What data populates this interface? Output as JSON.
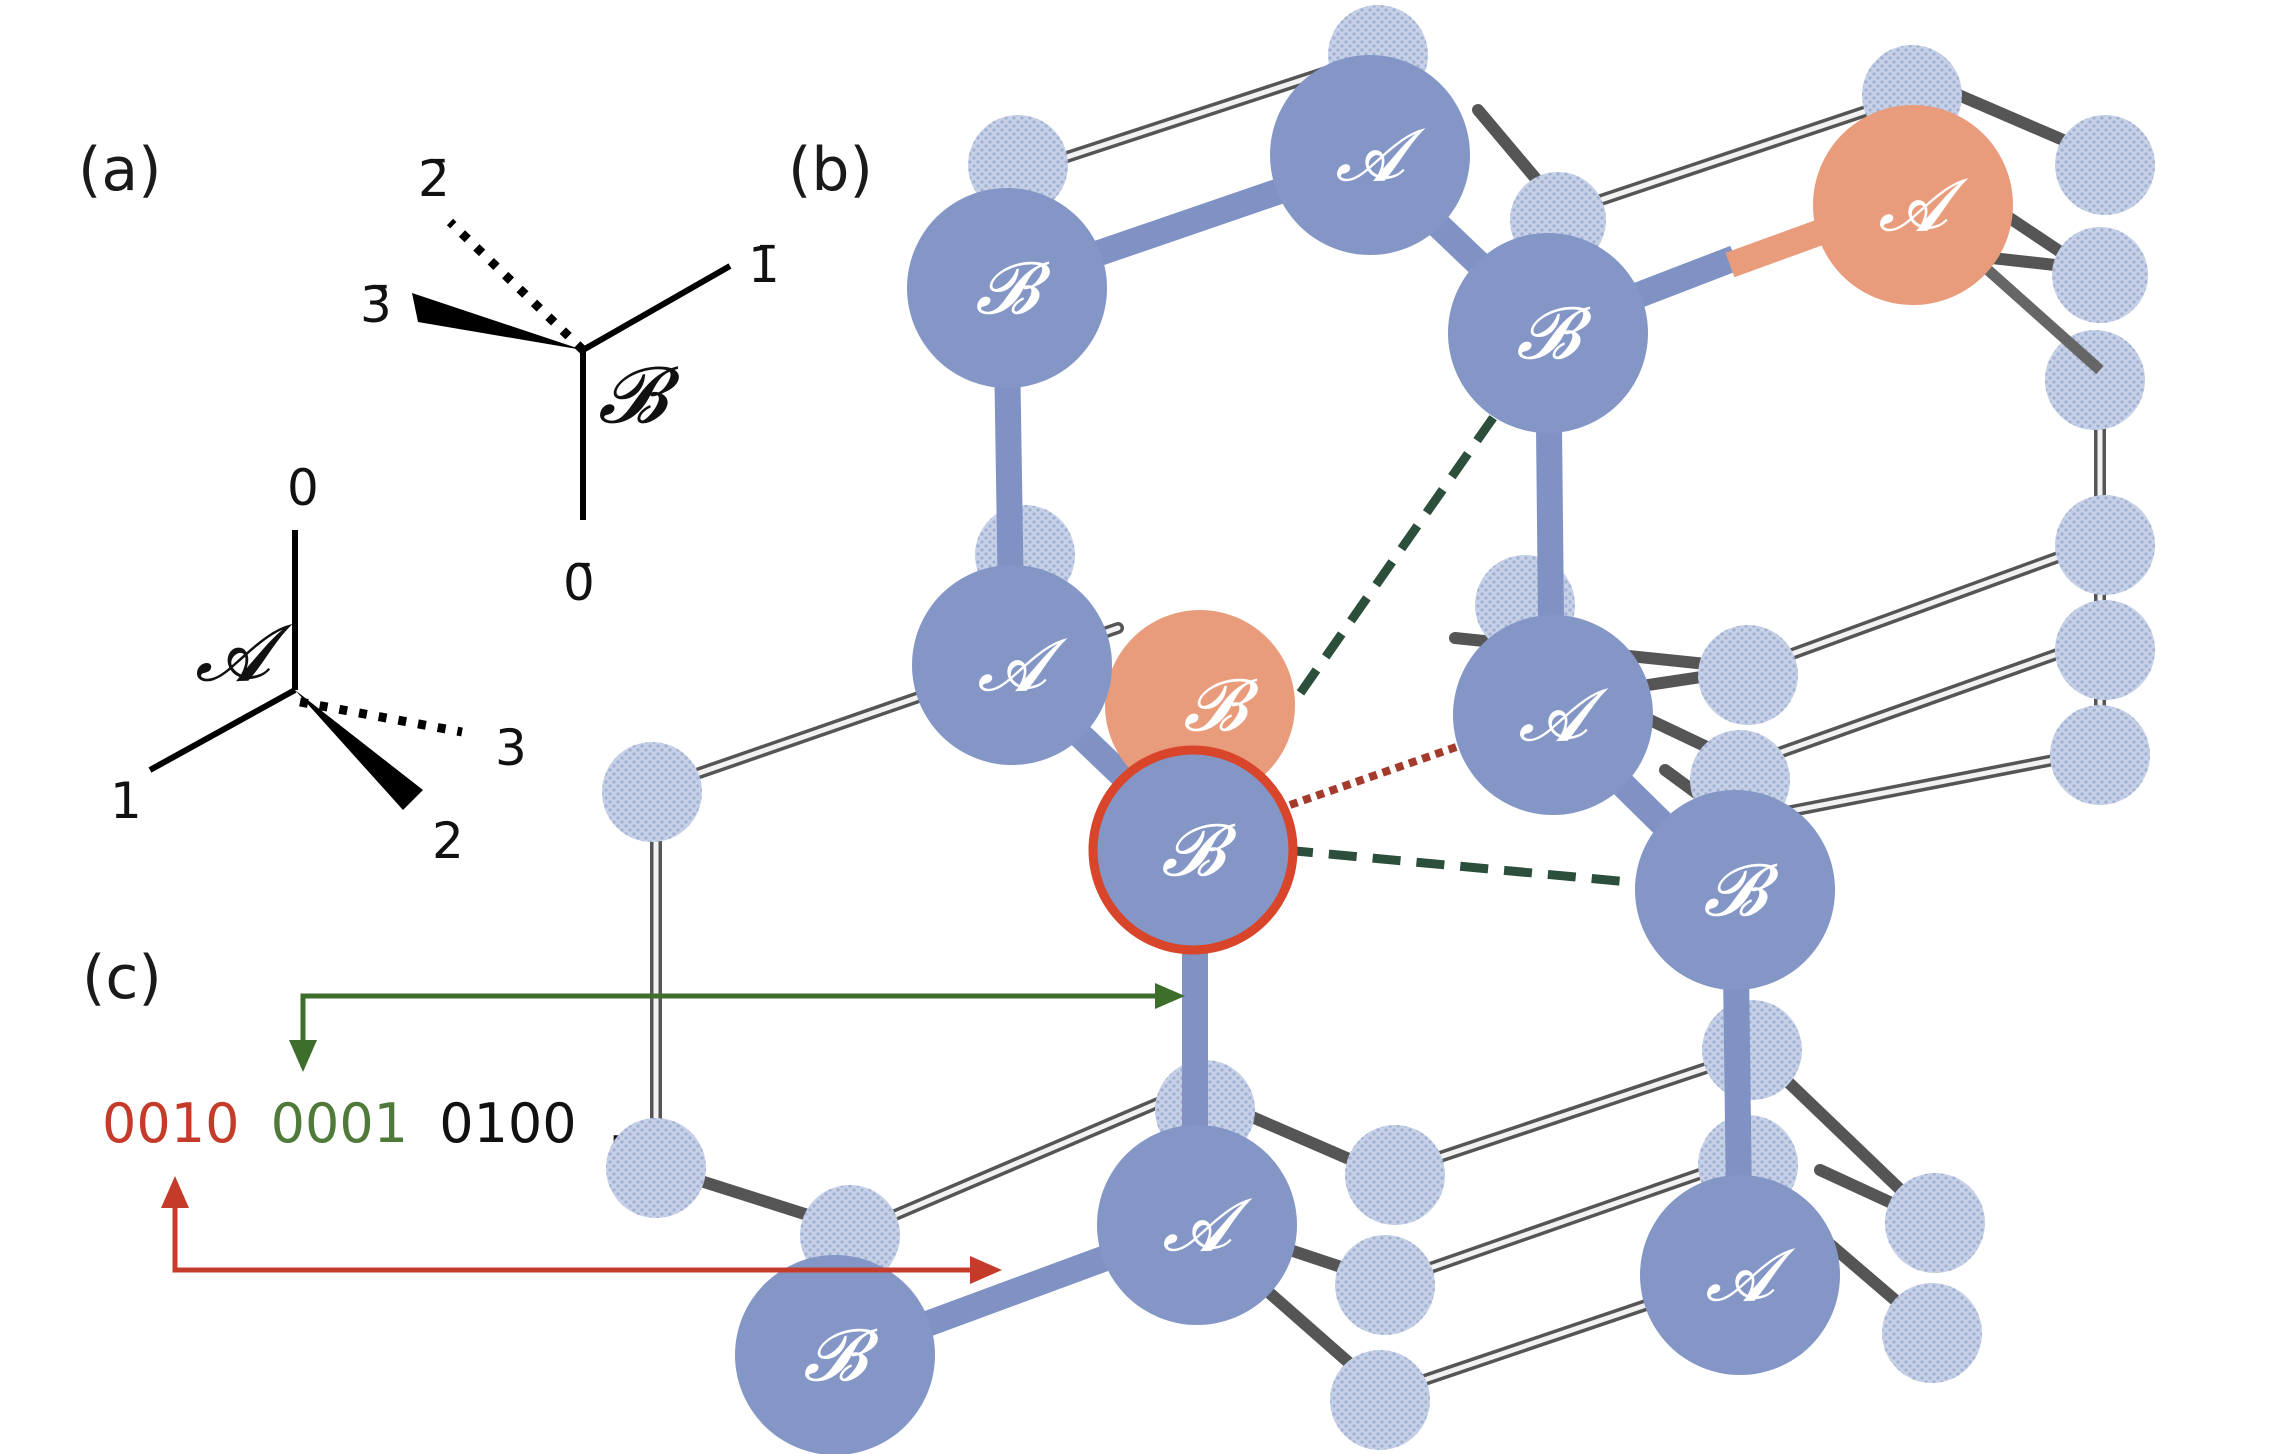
{
  "panels": {
    "a": "(a)",
    "b": "(b)",
    "c": "(c)"
  },
  "tetra_B": {
    "label": "𝓑",
    "legs": {
      "top_left": "2̄",
      "left": "3̄",
      "right": "1̄",
      "bottom": "0̄"
    }
  },
  "tetra_A": {
    "label": "𝓐",
    "legs": {
      "top": "0",
      "right": "3",
      "left": "1",
      "bottom": "2"
    }
  },
  "bitstring": {
    "red": "0010",
    "green": "0001",
    "black": "0100",
    "ellipsis": "..."
  },
  "atom_labels": {
    "A": "𝓐",
    "B": "𝓑"
  },
  "colors": {
    "atom_blue": "#8396c6",
    "atom_orange": "#e99c7b",
    "ghost": "#c4d0e6",
    "highlight_ring": "#d9452a",
    "green_dash": "#2c4f3c",
    "red_dash": "#a33a2b",
    "green_arrow": "#3e6e2c",
    "red_arrow": "#c43b2a"
  }
}
